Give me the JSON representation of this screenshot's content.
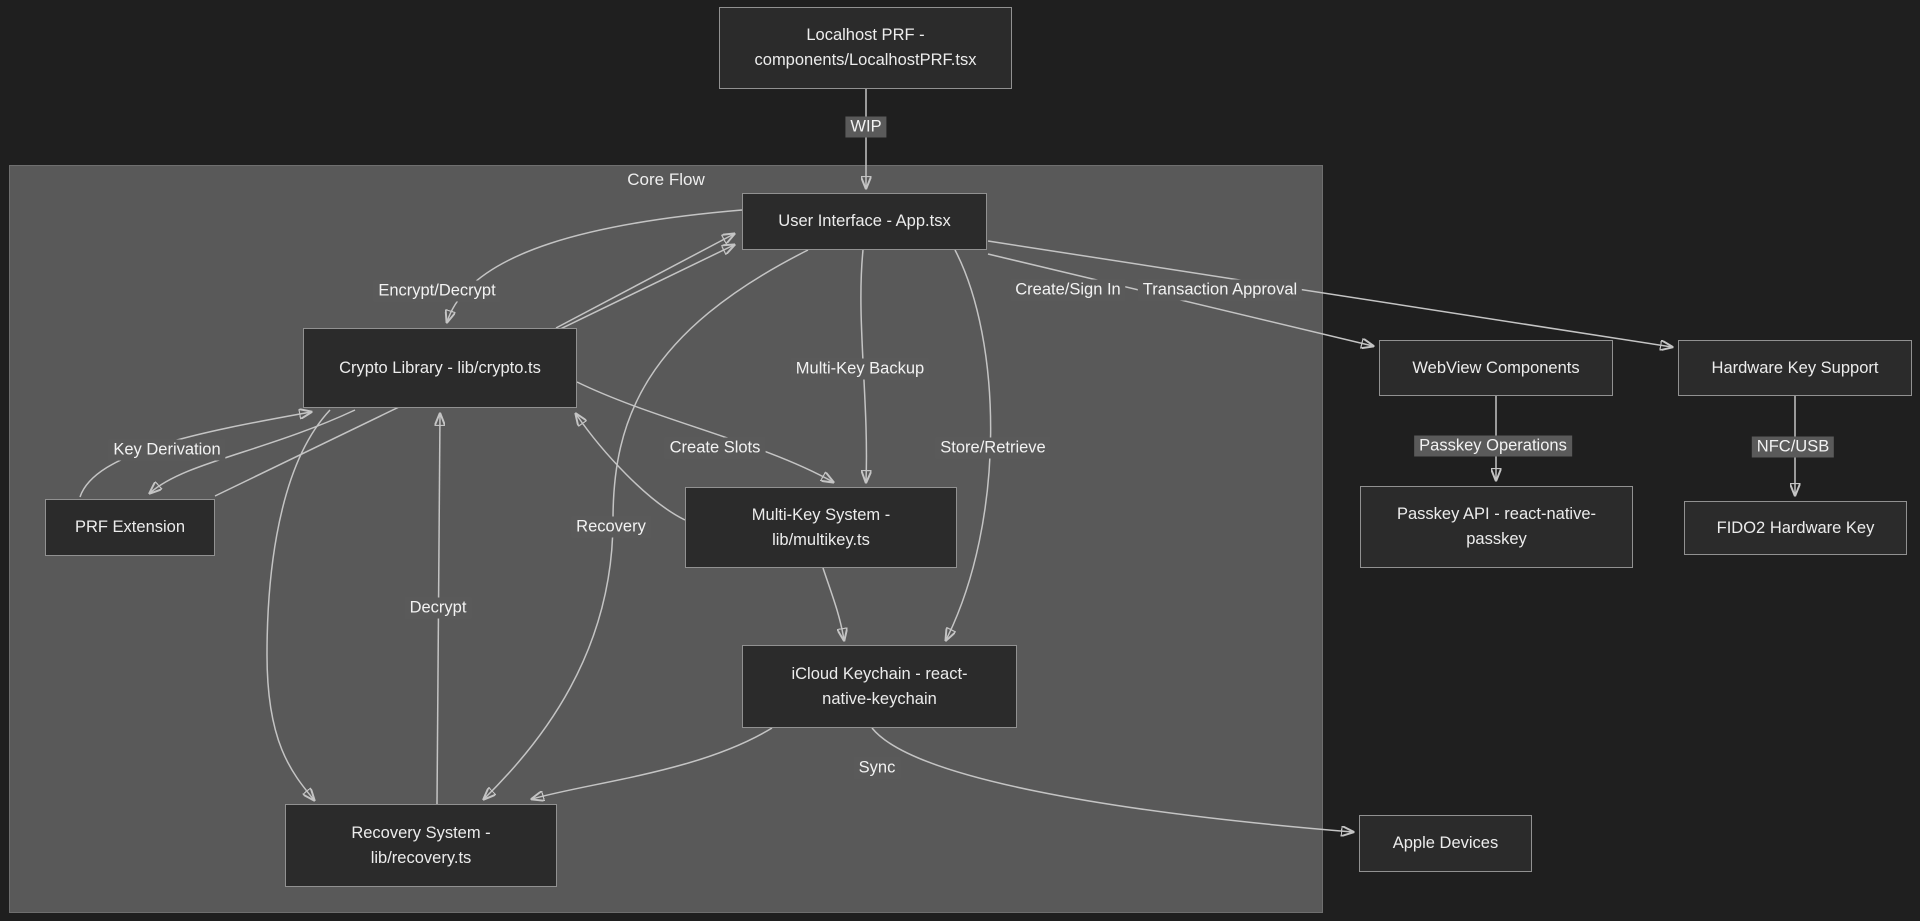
{
  "colors": {
    "background": "#1f1f1f",
    "cluster_fill": "#595959",
    "node_fill": "#2b2b2b",
    "node_border": "#919191",
    "edge_stroke": "#c4c4c4",
    "edge_label_bg": "#5a5a5a",
    "text": "#ececec"
  },
  "cluster": {
    "label": "Core Flow"
  },
  "nodes": {
    "localhost_prf": "Localhost PRF -\ncomponents/LocalhostPRF.tsx",
    "user_interface": "User Interface - App.tsx",
    "crypto_library": "Crypto Library - lib/crypto.ts",
    "prf_extension": "PRF Extension",
    "multi_key_system": "Multi-Key System -\nlib/multikey.ts",
    "icloud_keychain": "iCloud Keychain - react-\nnative-keychain",
    "recovery_system": "Recovery System -\nlib/recovery.ts",
    "webview_components": "WebView Components",
    "hardware_key_support": "Hardware Key Support",
    "passkey_api": "Passkey API - react-native-\npasskey",
    "fido2_hardware_key": "FIDO2 Hardware Key",
    "apple_devices": "Apple Devices"
  },
  "edge_labels": {
    "wip": "WIP",
    "encrypt_decrypt": "Encrypt/Decrypt",
    "key_derivation": "Key Derivation",
    "multi_key_backup": "Multi-Key Backup",
    "create_slots": "Create Slots",
    "store_retrieve": "Store/Retrieve",
    "recovery": "Recovery",
    "decrypt": "Decrypt",
    "sync": "Sync",
    "create_sign_in": "Create/Sign In",
    "transaction_approval": "Transaction Approval",
    "passkey_operations": "Passkey Operations",
    "nfc_usb": "NFC/USB"
  }
}
